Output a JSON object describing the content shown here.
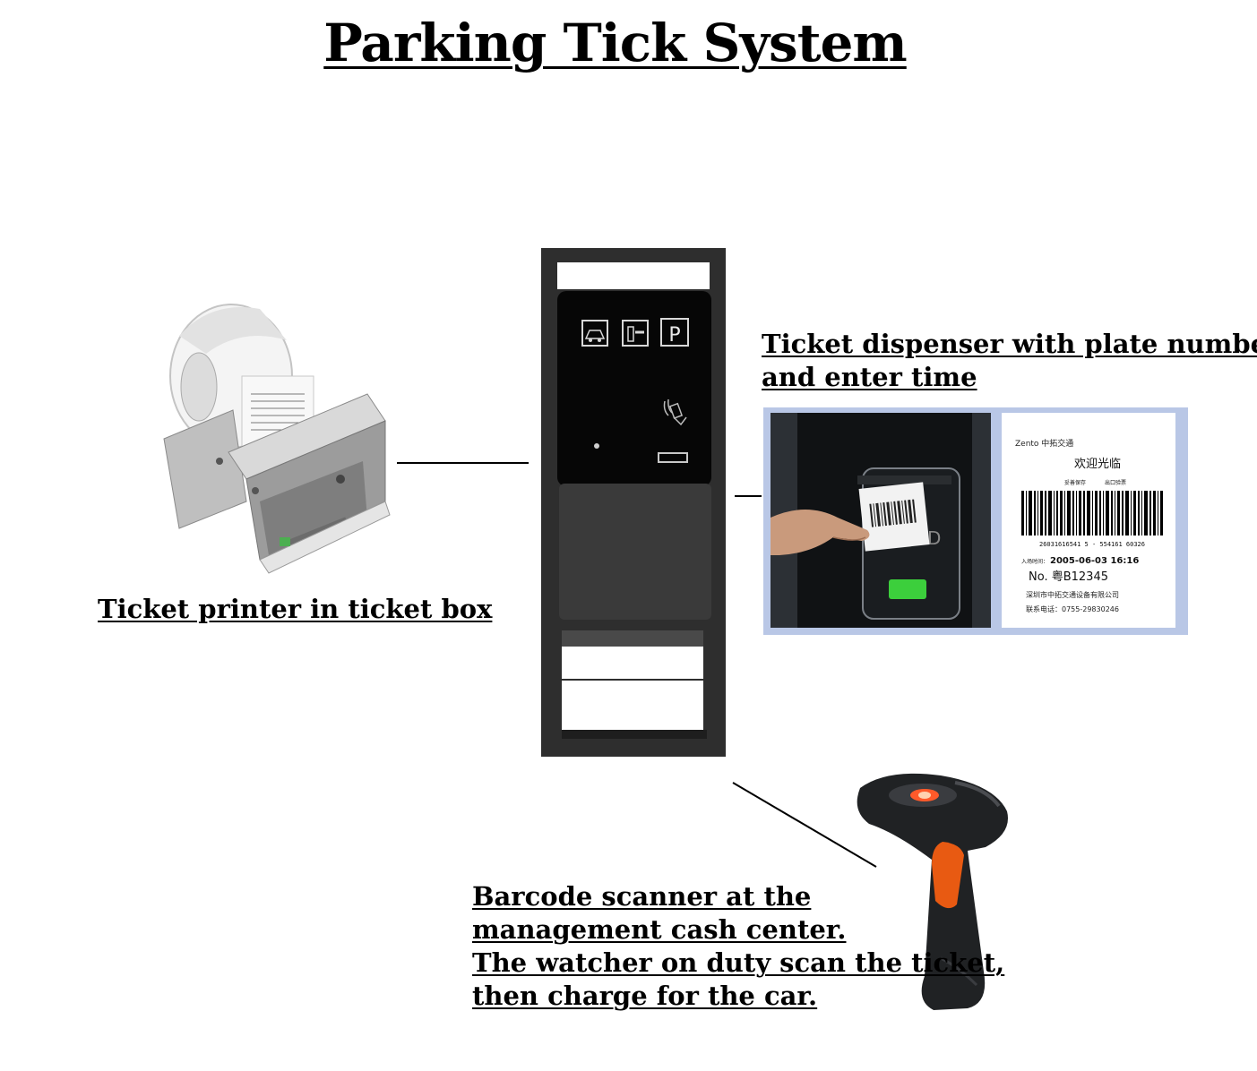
{
  "title": "Parking Tick System",
  "labels": {
    "printer": "Ticket printer in ticket box",
    "dispenser": [
      "Ticket dispenser with plate number",
      "and enter time"
    ],
    "scanner": [
      "Barcode scanner at the",
      "management cash center.",
      "The watcher on duty scan the ticket,",
      "then charge for the car."
    ]
  },
  "kiosk": {
    "panel_symbol": "P"
  },
  "ticket": {
    "brand": "Zento 中拓交通",
    "welcome": "欢迎光临",
    "small_left": "妥善保存",
    "small_right": "出口验票",
    "barcode_number": "26031616541 5 - 554161 60326",
    "time_label": "入场时间：",
    "time_value": "2005-06-03  16:16",
    "plate": "No. 粤B12345",
    "company": "深圳市中拓交通设备有限公司",
    "phone": "联系电话：0755-29830246"
  },
  "colors": {
    "kiosk_frame": "#2e2e2e",
    "kiosk_top_panel": "#060606",
    "kiosk_lower_panel": "#3a3a3a",
    "photo_border": "#b9c7e6",
    "scanner_accent": "#e85a12",
    "button_green": "#3ccf3c"
  },
  "icons": [
    "car-icon",
    "card-slot-icon",
    "parking-icon",
    "rfid-hand-icon",
    "barcode-icon"
  ]
}
